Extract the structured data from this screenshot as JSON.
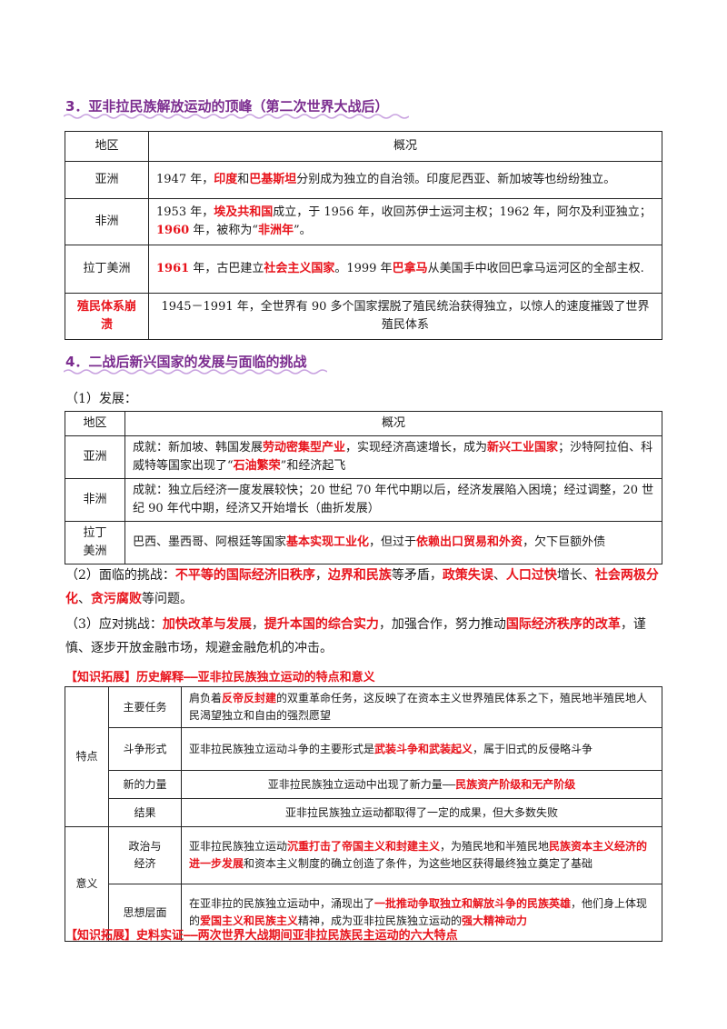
{
  "section3": {
    "title": "3．亚非拉民族解放运动的顶峰（第二次世界大战后）",
    "header": {
      "region": "地区",
      "overview": "概况"
    },
    "rows": [
      {
        "region": "亚洲",
        "segments": [
          {
            "t": "1947 年，",
            "hl": false
          },
          {
            "t": "印度",
            "hl": true
          },
          {
            "t": "和",
            "hl": false
          },
          {
            "t": "巴基斯坦",
            "hl": true
          },
          {
            "t": "分别成为独立的自治领。印度尼西亚、新加坡等也纷纷独立。",
            "hl": false
          }
        ]
      },
      {
        "region": "非洲",
        "segments": [
          {
            "t": "1953 年，",
            "hl": false
          },
          {
            "t": "埃及共和国",
            "hl": true
          },
          {
            "t": "成立，于 1956 年，收回苏伊士运河主权；1962 年，阿尔及利亚独立；",
            "hl": false
          },
          {
            "t": "1960",
            "hl": true
          },
          {
            "t": " 年，被称为“",
            "hl": false
          },
          {
            "t": "非洲年",
            "hl": true
          },
          {
            "t": "”。",
            "hl": false
          }
        ]
      },
      {
        "region": "拉丁美洲",
        "segments": [
          {
            "t": "1961",
            "hl": true
          },
          {
            "t": " 年，古巴建立",
            "hl": false
          },
          {
            "t": "社会主义国家",
            "hl": true
          },
          {
            "t": "。1999 年",
            "hl": false
          },
          {
            "t": "巴拿马",
            "hl": true
          },
          {
            "t": "从美国手中收回巴拿马运河区的全部主权.",
            "hl": false
          }
        ]
      },
      {
        "region": "殖民体系崩溃",
        "region_hl": true,
        "segments": [
          {
            "t": "1945－1991 年，全世界有 90 多个国家摆脱了殖民统治获得独立，以惊人的速度摧毁了世界殖民体系",
            "hl": false
          }
        ]
      }
    ]
  },
  "section4": {
    "title": "4．二战后新兴国家的发展与面临的挑战",
    "dev_label": "（1）发展：",
    "header": {
      "region": "地区",
      "overview": "概况"
    },
    "rows": [
      {
        "region": "亚洲",
        "segments": [
          {
            "t": "成就：新加坡、韩国发展",
            "hl": false
          },
          {
            "t": "劳动密集型产业",
            "hl": true
          },
          {
            "t": "，实现经济高速增长，成为",
            "hl": false
          },
          {
            "t": "新兴工业国家",
            "hl": true
          },
          {
            "t": "；沙特阿拉伯、科威特等国家出现了“",
            "hl": false
          },
          {
            "t": "石油繁荣",
            "hl": true
          },
          {
            "t": "”和经济起飞",
            "hl": false
          }
        ]
      },
      {
        "region": "非洲",
        "segments": [
          {
            "t": "成就：独立后经济一度发展较快；20 世纪 70 年代中期以后，经济发展陷入困境；经过调整，20 世纪 90 年代中期，经济又开始增长（曲折发展）",
            "hl": false
          }
        ]
      },
      {
        "region": "拉丁美洲",
        "segments": [
          {
            "t": "巴西、墨西哥、阿根廷等国家",
            "hl": false
          },
          {
            "t": "基本实现工业化",
            "hl": true
          },
          {
            "t": "，但过于",
            "hl": false
          },
          {
            "t": "依赖出口贸易和外资",
            "hl": true
          },
          {
            "t": "，欠下巨额外债",
            "hl": false
          }
        ]
      }
    ],
    "challenges": [
      {
        "t": "（2）面临的挑战：",
        "hl": false
      },
      {
        "t": "不平等的国际经济旧秩序",
        "hl": true
      },
      {
        "t": "，",
        "hl": false
      },
      {
        "t": "边界和民族",
        "hl": true
      },
      {
        "t": "等矛盾，",
        "hl": false
      },
      {
        "t": "政策失误",
        "hl": true
      },
      {
        "t": "、",
        "hl": false
      },
      {
        "t": "人口过快",
        "hl": true
      },
      {
        "t": "增长、",
        "hl": false
      },
      {
        "t": "社会两极分化",
        "hl": true
      },
      {
        "t": "、",
        "hl": false
      },
      {
        "t": "贪污腐败",
        "hl": true
      },
      {
        "t": "等问题。",
        "hl": false
      }
    ],
    "response": [
      {
        "t": "（3）应对挑战：",
        "hl": false
      },
      {
        "t": "加快改革与发展",
        "hl": true
      },
      {
        "t": "，",
        "hl": false
      },
      {
        "t": "提升本国的综合实力",
        "hl": true
      },
      {
        "t": "，加强合作，努力推动",
        "hl": false
      },
      {
        "t": "国际经济秩序的改革",
        "hl": true
      },
      {
        "t": "，谨慎、逐步开放金融市场，规避金融危机的冲击。",
        "hl": false
      }
    ]
  },
  "knowledge1": {
    "title": "【知识拓展】历史解释——亚非拉民族独立运动的特点和意义",
    "groups": [
      {
        "label": "特点",
        "rows": [
          {
            "sub": "主要任务",
            "segments": [
              {
                "t": "肩负着",
                "hl": false
              },
              {
                "t": "反帝反封建",
                "hl": true
              },
              {
                "t": "的双重革命任务，这反映了在资本主义世界殖民体系之下，殖民地半殖民地人民渴望独立和自由的强烈愿望",
                "hl": false
              }
            ]
          },
          {
            "sub": "斗争形式",
            "segments": [
              {
                "t": "亚非拉民族独立运动斗争的主要形式是",
                "hl": false
              },
              {
                "t": "武装斗争和武装起义",
                "hl": true
              },
              {
                "t": "，属于旧式的反侵略斗争",
                "hl": false
              }
            ]
          },
          {
            "sub": "新的力量",
            "center": true,
            "segments": [
              {
                "t": "亚非拉民族独立运动中出现了新力量——",
                "hl": false
              },
              {
                "t": "民族资产阶级和无产阶级",
                "hl": true
              }
            ]
          },
          {
            "sub": "结果",
            "center": true,
            "segments": [
              {
                "t": "亚非拉民族独立运动都取得了一定的成果，但大多数失败",
                "hl": false
              }
            ]
          }
        ]
      },
      {
        "label": "意义",
        "rows": [
          {
            "sub": "政治与经济",
            "segments": [
              {
                "t": "亚非拉民族独立运动",
                "hl": false
              },
              {
                "t": "沉重打击了帝国主义和封建主义",
                "hl": true
              },
              {
                "t": "，为殖民地和半殖民地",
                "hl": false
              },
              {
                "t": "民族资本主义经济的进一步发展",
                "hl": true
              },
              {
                "t": "和资本主义制度的确立创造了条件，为这些地区获得最终独立奠定了基础",
                "hl": false
              }
            ]
          },
          {
            "sub": "思想层面",
            "segments": [
              {
                "t": "在亚非拉的民族独立运动中，涌现出了",
                "hl": false
              },
              {
                "t": "一批推动争取独立和解放斗争的民族英雄",
                "hl": true
              },
              {
                "t": "，他们身上体现的",
                "hl": false
              },
              {
                "t": "爱国主义和民族主义",
                "hl": true
              },
              {
                "t": "精神，成为亚非拉民族独立运动的",
                "hl": false
              },
              {
                "t": "强大精神动力",
                "hl": true
              }
            ]
          }
        ]
      }
    ]
  },
  "knowledge2": {
    "title": "【知识拓展】史料实证——两次世界大战期间亚非拉民族民主运动的六大特点"
  },
  "colors": {
    "highlight": "#e8141c",
    "section_title": "#7b2c8f",
    "wave": "#c9a3e0"
  }
}
